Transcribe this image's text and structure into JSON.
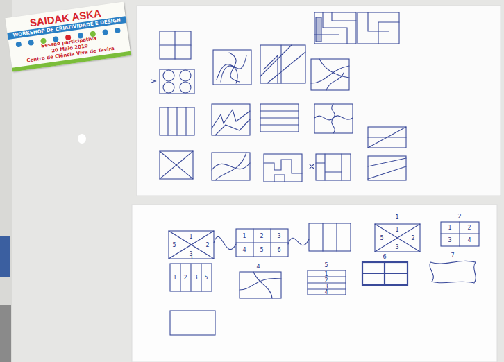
{
  "diagram": {
    "nodes": [
      {
        "text": [
          "SAIDAK ASKA",
          "WORKSHOP DE CRIATIVIDADE E DESIGN",
          "Sessão participativa",
          "20 Maio 2010",
          "Centro de Ciência Viva de Tavira"
        ]
      }
    ],
    "labels": [
      "1",
      "2",
      "3",
      "5",
      "1",
      "2",
      "3",
      "4",
      "5",
      "6",
      "1",
      "1",
      "5",
      "2",
      "3",
      "2",
      "1",
      "2",
      "3",
      "4",
      "3",
      "1",
      "2",
      "3",
      "5",
      "4",
      "5",
      "1",
      "2",
      "3",
      "4",
      "6",
      "7"
    ]
  }
}
